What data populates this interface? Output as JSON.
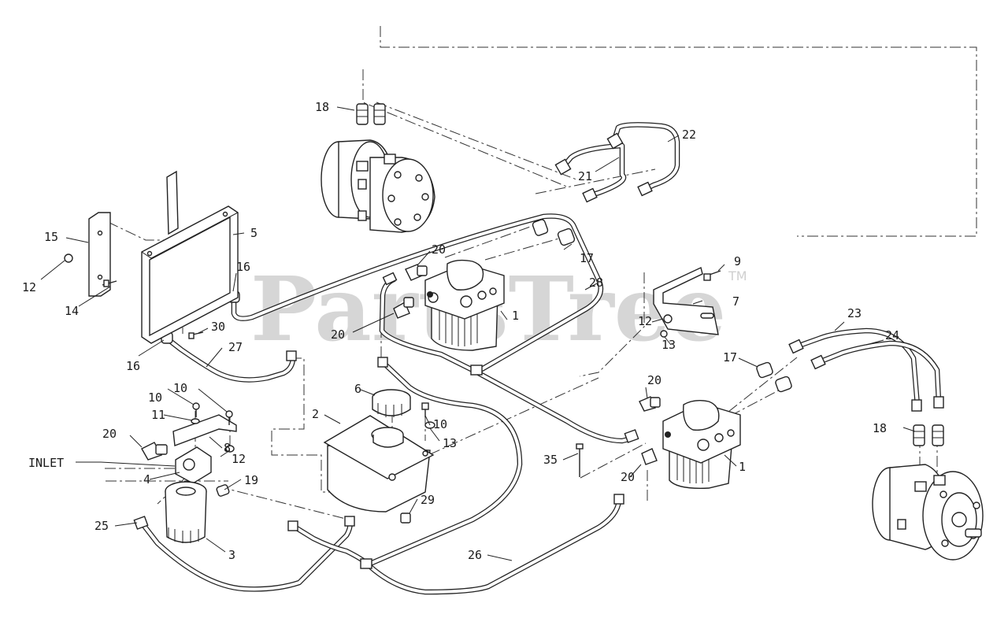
{
  "diagram": {
    "watermark": "PartsTree",
    "watermark_mark": "TM",
    "inlet_label": "INLET",
    "callouts": [
      {
        "id": "c18a",
        "label": "18"
      },
      {
        "id": "c22",
        "label": "22"
      },
      {
        "id": "c21",
        "label": "21"
      },
      {
        "id": "c5",
        "label": "5"
      },
      {
        "id": "c15",
        "label": "15"
      },
      {
        "id": "c12a",
        "label": "12"
      },
      {
        "id": "c14",
        "label": "14"
      },
      {
        "id": "c16a",
        "label": "16"
      },
      {
        "id": "c20a",
        "label": "20"
      },
      {
        "id": "c17a",
        "label": "17"
      },
      {
        "id": "c28",
        "label": "28"
      },
      {
        "id": "c9",
        "label": "9"
      },
      {
        "id": "c7",
        "label": "7"
      },
      {
        "id": "c1a",
        "label": "1"
      },
      {
        "id": "c20b",
        "label": "20"
      },
      {
        "id": "c30",
        "label": "30"
      },
      {
        "id": "c12b",
        "label": "12"
      },
      {
        "id": "c13a",
        "label": "13"
      },
      {
        "id": "c23",
        "label": "23"
      },
      {
        "id": "c24",
        "label": "24"
      },
      {
        "id": "c16b",
        "label": "16"
      },
      {
        "id": "c27",
        "label": "27"
      },
      {
        "id": "c17b",
        "label": "17"
      },
      {
        "id": "c6",
        "label": "6"
      },
      {
        "id": "c10a",
        "label": "10"
      },
      {
        "id": "c10b",
        "label": "10"
      },
      {
        "id": "c20c",
        "label": "20"
      },
      {
        "id": "c11",
        "label": "11"
      },
      {
        "id": "c2",
        "label": "2"
      },
      {
        "id": "c10c",
        "label": "10"
      },
      {
        "id": "c13b",
        "label": "13"
      },
      {
        "id": "c20d",
        "label": "20"
      },
      {
        "id": "c8",
        "label": "8"
      },
      {
        "id": "c12c",
        "label": "12"
      },
      {
        "id": "c18b",
        "label": "18"
      },
      {
        "id": "c4",
        "label": "4"
      },
      {
        "id": "c19",
        "label": "19"
      },
      {
        "id": "c1b",
        "label": "1"
      },
      {
        "id": "c35",
        "label": "35"
      },
      {
        "id": "c20e",
        "label": "20"
      },
      {
        "id": "c29",
        "label": "29"
      },
      {
        "id": "c25",
        "label": "25"
      },
      {
        "id": "c3",
        "label": "3"
      },
      {
        "id": "c26",
        "label": "26"
      }
    ]
  }
}
